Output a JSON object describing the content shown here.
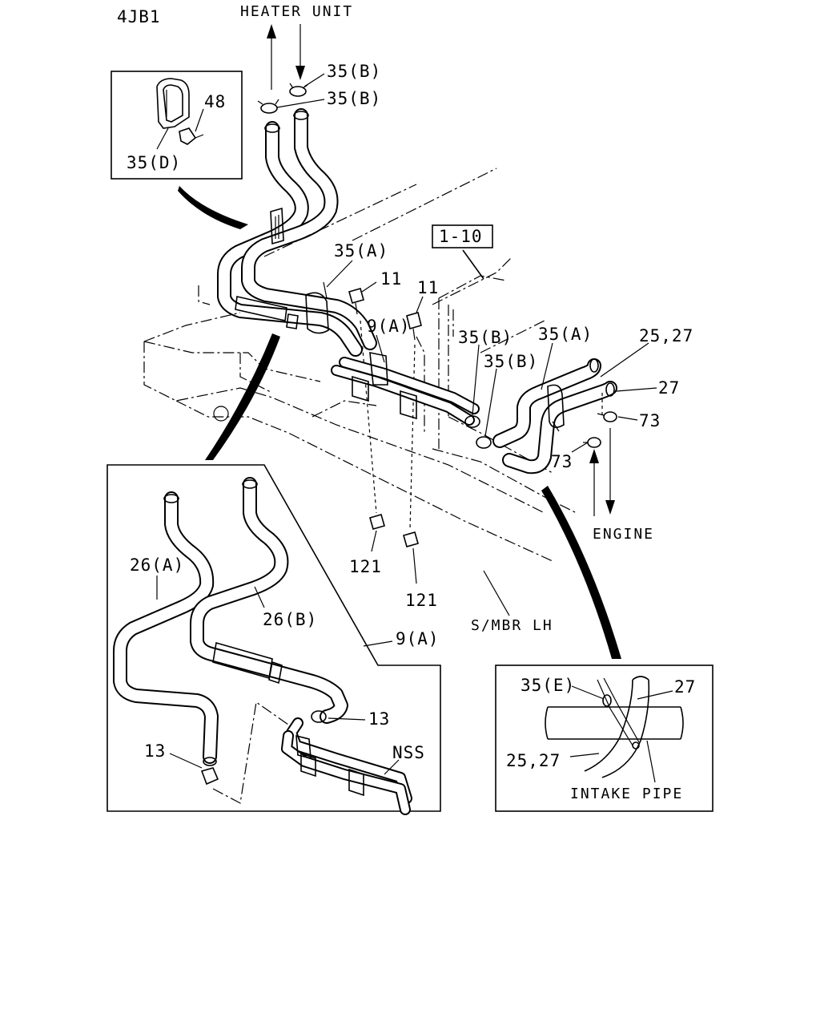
{
  "diagram": {
    "engine_code": "4JB1",
    "top_labels": {
      "heater_unit": "HEATER UNIT",
      "engine": "ENGINE",
      "s_mbr_lh": "S/MBR LH",
      "ref_box": "1-10"
    },
    "part_callouts": {
      "p35b_1": "35(B)",
      "p35b_2": "35(B)",
      "p48": "48",
      "p35d": "35(D)",
      "p35a_1": "35(A)",
      "p11_1": "11",
      "p11_2": "11",
      "p9a_main": "9(A)",
      "p35b_3": "35(B)",
      "p35b_4": "35(B)",
      "p35a_2": "35(A)",
      "p25_27": "25,27",
      "p27": "27",
      "p73_1": "73",
      "p73_2": "73",
      "p121_1": "121",
      "p121_2": "121"
    },
    "detail_left": {
      "p26a": "26(A)",
      "p26b": "26(B)",
      "p9a": "9(A)",
      "p13_1": "13",
      "p13_2": "13",
      "nss": "NSS"
    },
    "detail_right": {
      "p35e": "35(E)",
      "p27": "27",
      "p25_27": "25,27",
      "intake_pipe": "INTAKE PIPE"
    }
  }
}
